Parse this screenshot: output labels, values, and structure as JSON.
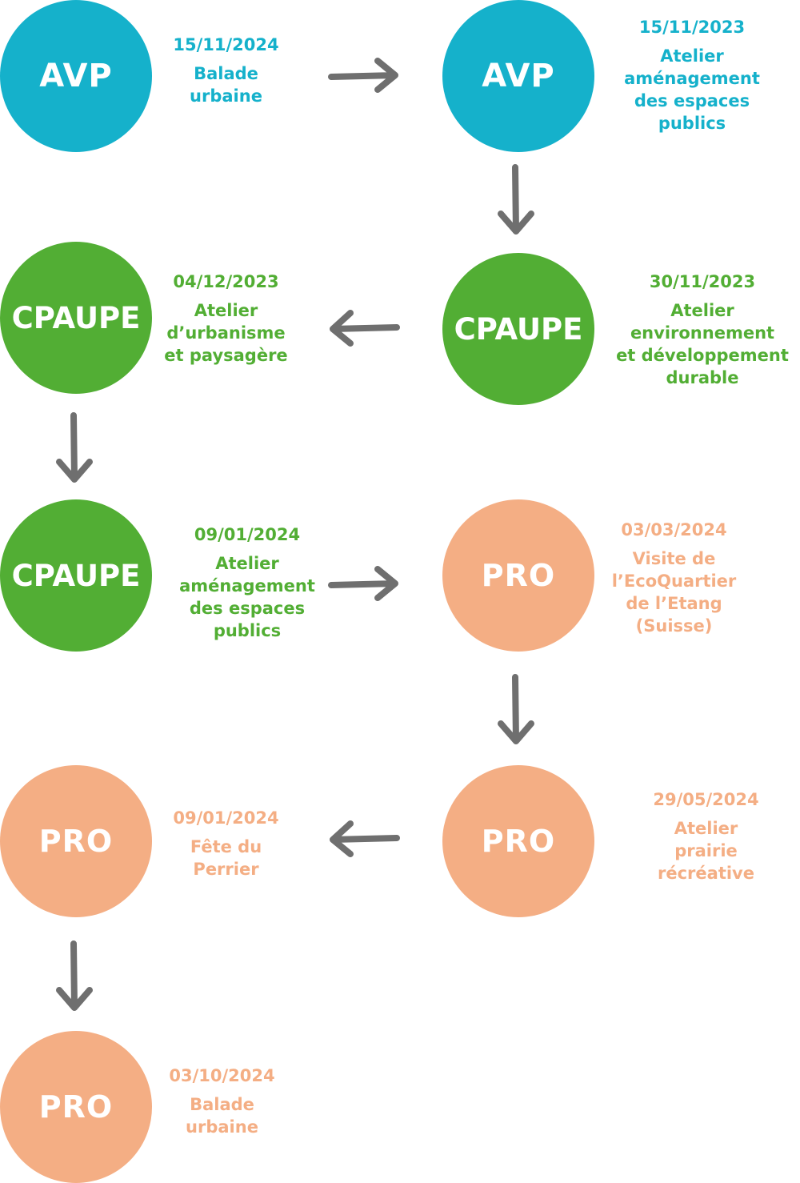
{
  "nodes": [
    {
      "label": "AVP",
      "date": "15/11/2024",
      "desc": [
        "Balade",
        "urbaine"
      ]
    },
    {
      "label": "AVP",
      "date": "15/11/2023",
      "desc": [
        "Atelier",
        "aménagement",
        "des espaces",
        "publics"
      ]
    },
    {
      "label": "CPAUPE",
      "date": "30/11/2023",
      "desc": [
        "Atelier",
        "environnement",
        "et développement",
        "durable"
      ]
    },
    {
      "label": "CPAUPE",
      "date": "04/12/2023",
      "desc": [
        "Atelier",
        "d’urbanisme",
        "et paysagère"
      ]
    },
    {
      "label": "CPAUPE",
      "date": "09/01/2024",
      "desc": [
        "Atelier",
        "aménagement",
        "des espaces",
        "publics"
      ]
    },
    {
      "label": "PRO",
      "date": "03/03/2024",
      "desc": [
        "Visite de",
        "l’EcoQuartier",
        "de l’Etang",
        "(Suisse)"
      ]
    },
    {
      "label": "PRO",
      "date": "29/05/2024",
      "desc": [
        "Atelier",
        "prairie",
        "récréative"
      ]
    },
    {
      "label": "PRO",
      "date": "09/01/2024",
      "desc": [
        "Fête du",
        "Perrier"
      ]
    },
    {
      "label": "PRO",
      "date": "03/10/2024",
      "desc": [
        "Balade",
        "urbaine"
      ]
    }
  ],
  "colors": {
    "avp": "#15b1cb",
    "cpaupe": "#52ae34",
    "pro": "#f4ae84",
    "arrow": "#6f6f6f"
  },
  "arrow_icons": [
    "arrow-right-icon",
    "arrow-down-icon",
    "arrow-left-icon",
    "arrow-down-icon",
    "arrow-right-icon",
    "arrow-down-icon",
    "arrow-left-icon",
    "arrow-down-icon"
  ]
}
